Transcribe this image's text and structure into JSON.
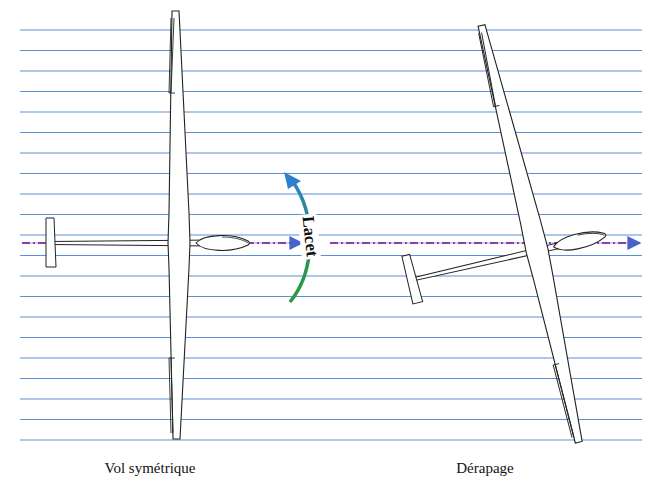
{
  "diagram": {
    "labels": [
      "Lacet",
      "Vol symétrique",
      "Dérapage"
    ]
  }
}
